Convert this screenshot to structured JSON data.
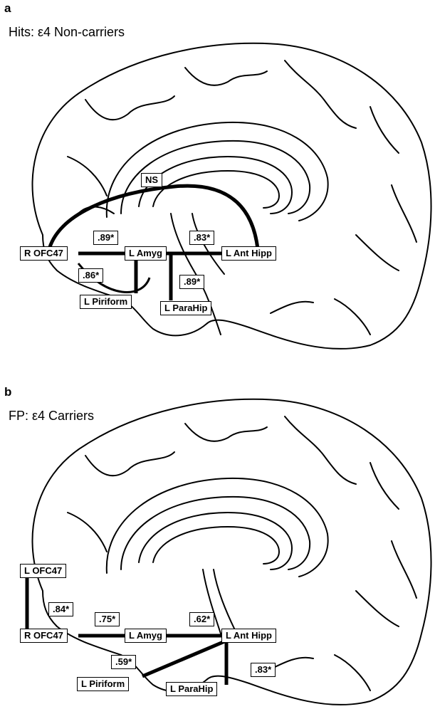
{
  "panels": [
    {
      "letter": "a",
      "title": "Hits: ε4 Non-carriers",
      "regions": {
        "r_ofc47": "R OFC47",
        "l_amyg": "L Amyg",
        "l_ant_hipp": "L Ant Hipp",
        "l_piriform": "L Piriform",
        "l_parahip": "L ParaHip"
      },
      "edges": {
        "ofc_amyg": ".89*",
        "amyg_hipp": ".83*",
        "ofc_piriform": ".86*",
        "amyg_parahip": ".89*",
        "ofc_hipp": "NS"
      }
    },
    {
      "letter": "b",
      "title": "FP: ε4 Carriers",
      "regions": {
        "l_ofc47": "L OFC47",
        "r_ofc47": "R OFC47",
        "l_amyg": "L Amyg",
        "l_ant_hipp": "L Ant Hipp",
        "l_piriform": "L Piriform",
        "l_parahip": "L ParaHip"
      },
      "edges": {
        "lofc_rofc": ".84*",
        "rofc_amyg": ".75*",
        "amyg_hipp": ".62*",
        "hipp_piriform": ".59*",
        "hipp_parahip": ".83*"
      }
    }
  ]
}
